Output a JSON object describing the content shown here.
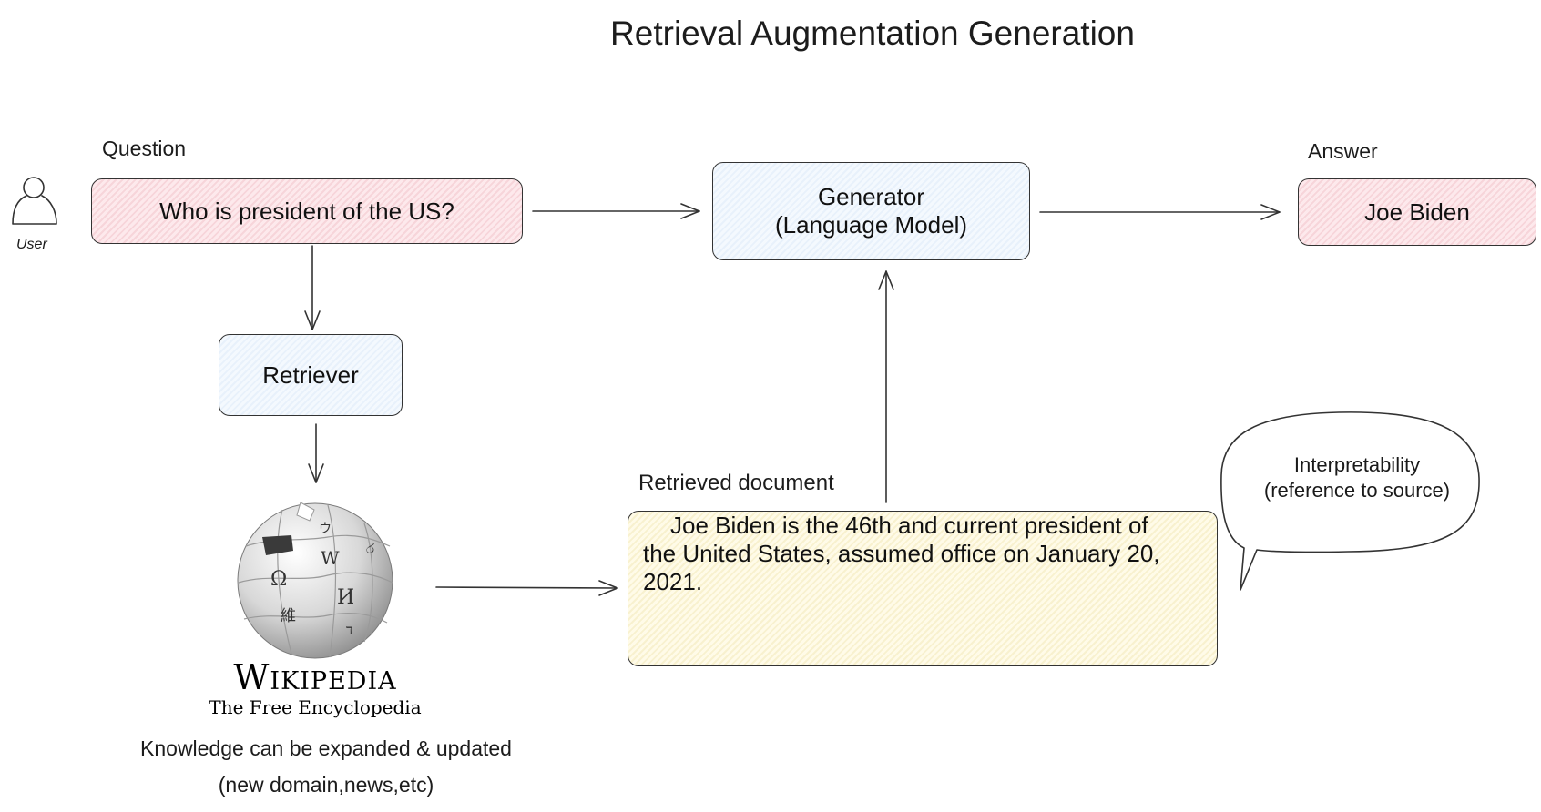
{
  "title": "Retrieval Augmentation Generation",
  "user": {
    "label": "User"
  },
  "question": {
    "label": "Question",
    "text": "Who is president of the US?"
  },
  "retriever": {
    "text": "Retriever"
  },
  "generator": {
    "line1": "Generator",
    "line2": "(Language Model)"
  },
  "answer": {
    "label": "Answer",
    "text": "Joe Biden"
  },
  "wikipedia": {
    "wordmark": "Wikipedia",
    "tagline": "The Free Encyclopedia",
    "note_line1": "Knowledge can be expanded & updated",
    "note_line2": "(new domain,news,etc)"
  },
  "document": {
    "label": "Retrieved document",
    "line1": "Joe Biden is the 46th and current president of",
    "line2": "the United States, assumed office on January 20,",
    "line3": "2021."
  },
  "callout": {
    "line1": "Interpretability",
    "line2": "(reference to source)"
  },
  "colors": {
    "question_fill": "#fbe3e7",
    "model_fill": "#eef5fc",
    "document_fill": "#fcf6dc",
    "stroke": "#333333"
  }
}
